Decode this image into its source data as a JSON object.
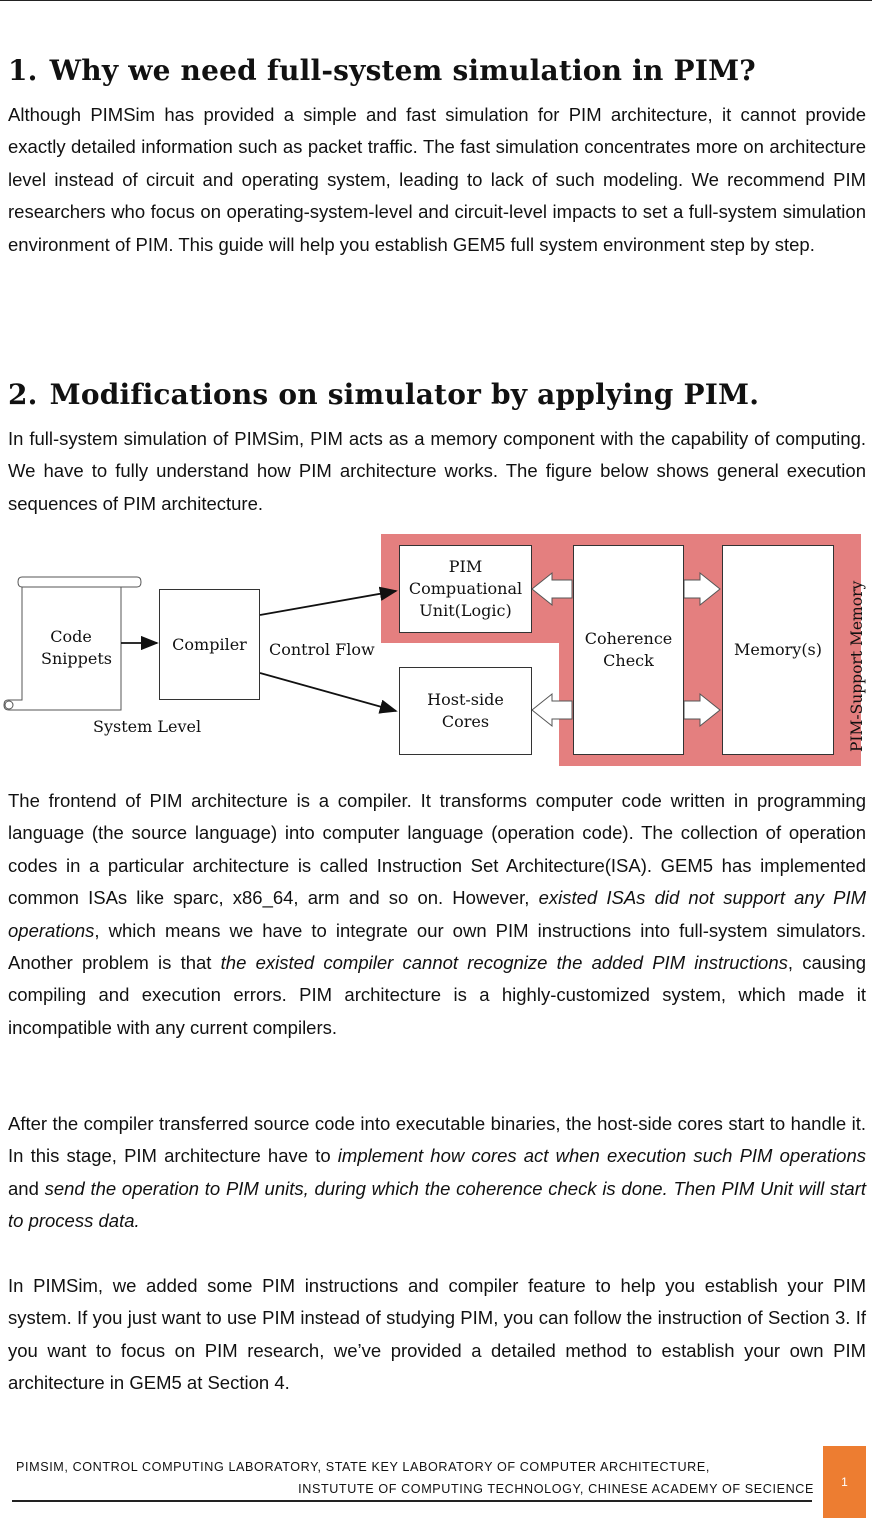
{
  "section1": {
    "number": "1.",
    "title": "Why we need full-system simulation in PIM?",
    "paragraph": "Although PIMSim has provided a simple and fast simulation for PIM architecture, it cannot provide exactly detailed information such as packet traffic. The fast simulation concentrates more on architecture level instead of circuit and operating system, leading to lack of such modeling. We recommend PIM researchers who focus on operating-system-level and circuit-level impacts to set a full-system simulation environment of PIM. This guide will help you establish GEM5 full system environment step by step."
  },
  "section2": {
    "number": "2.",
    "title": "Modifications on simulator by applying PIM.",
    "paragraph": "In full-system simulation of PIMSim, PIM acts as a memory component with the capability of computing. We have to fully understand how PIM architecture works. The figure below shows general execution sequences of PIM architecture."
  },
  "diagram": {
    "code_snippets": "Code Snippets",
    "compiler": "Compiler",
    "control_flow": "Control Flow",
    "system_level": "System Level",
    "pim_unit_line1": "PIM",
    "pim_unit_line2": "Compuational",
    "pim_unit_line3": "Unit(Logic)",
    "host_cores_line1": "Host-side",
    "host_cores_line2": "Cores",
    "coherence_line1": "Coherence",
    "coherence_line2": "Check",
    "memory": "Memory(s)",
    "pim_support_memory": "PIM-Support Memory",
    "colors": {
      "region": "#E47F7F",
      "stroke": "#333333"
    }
  },
  "para3": {
    "t1": "The frontend of PIM architecture is a compiler. It transforms computer code written in programming language (the source language) into computer language (operation code). The collection of operation codes in a particular architecture is called Instruction Set Architecture(ISA). GEM5 has implemented common ISAs like sparc, x86_64, arm and so on. However, ",
    "e1": "existed ISAs did not support any PIM operations",
    "t2": ", which means we have to integrate our own PIM instructions into full-system simulators. Another problem is that ",
    "e2": "the existed compiler cannot recognize the added PIM instructions",
    "t3": ", causing compiling and execution errors. PIM architecture is a highly-customized system, which made it incompatible with any current compilers."
  },
  "para4": {
    "t1": "After the compiler transferred source code into executable binaries, the host-side cores start to handle it. In this stage, PIM architecture have to ",
    "e1": "implement how cores act when execution such PIM operations",
    "t2": " and ",
    "e2": "send the operation to PIM units, during which the coherence check is done. Then PIM Unit will start to process data."
  },
  "para5": {
    "text": "In PIMSim, we added some PIM instructions and compiler feature to help you establish your PIM system. If you just want to use PIM instead of studying PIM, you can follow the instruction of Section 3. If you want to focus on PIM research, we’ve provided a detailed method to establish your own PIM architecture in GEM5 at Section 4."
  },
  "footer": {
    "line1": "PIMSIM,   CONTROL COMPUTING LABORATORY, STATE KEY LABORATORY OF COMPUTER ARCHITECTURE,",
    "line2": "INSTUTUTE OF COMPUTING TECHNOLOGY, CHINESE ACADEMY OF SECIENCE",
    "page_number": "1",
    "accent": "#ED7D31"
  }
}
